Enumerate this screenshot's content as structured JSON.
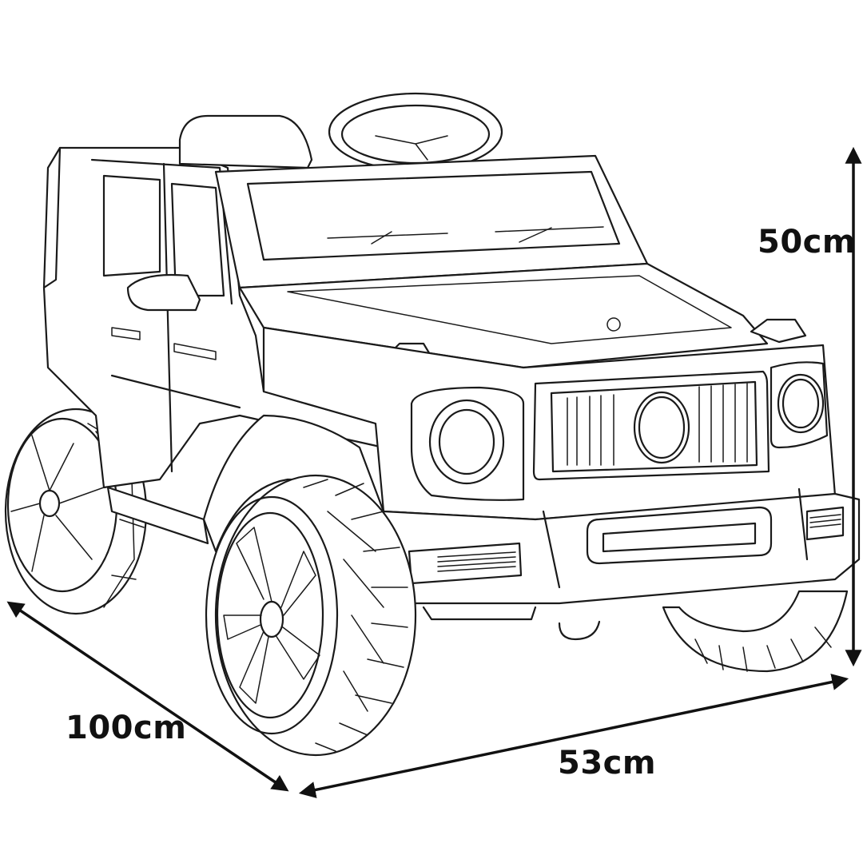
{
  "dimensions": {
    "length": "100cm",
    "width": "53cm",
    "height": "50cm"
  },
  "colors": {
    "line": "#1a1a1a",
    "background": "#ffffff"
  }
}
